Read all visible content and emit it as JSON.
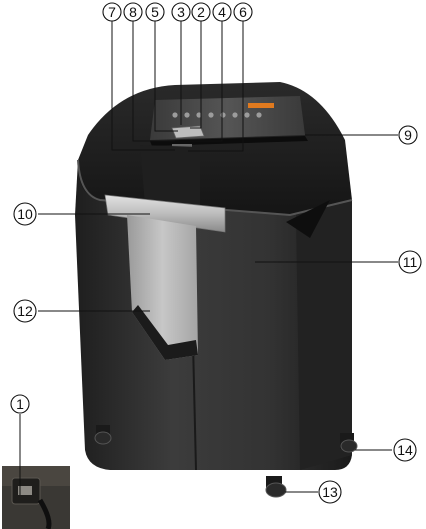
{
  "figure": {
    "subject": "paper-shredder",
    "callouts": [
      {
        "id": "c7",
        "label": "7"
      },
      {
        "id": "c8",
        "label": "8"
      },
      {
        "id": "c5",
        "label": "5"
      },
      {
        "id": "c3",
        "label": "3"
      },
      {
        "id": "c2",
        "label": "2"
      },
      {
        "id": "c4",
        "label": "4"
      },
      {
        "id": "c6",
        "label": "6"
      },
      {
        "id": "c9",
        "label": "9"
      },
      {
        "id": "c10",
        "label": "10"
      },
      {
        "id": "c11",
        "label": "11"
      },
      {
        "id": "c12",
        "label": "12"
      },
      {
        "id": "c1",
        "label": "1"
      },
      {
        "id": "c14",
        "label": "14"
      },
      {
        "id": "c13",
        "label": "13"
      }
    ]
  },
  "colors": {
    "body_dark": "#2b2b2b",
    "body_mid": "#3a3a3a",
    "body_light": "#4a4a4a",
    "window": "#b9b9b9",
    "handle": "#cfcfcf",
    "accent": "#e07a1f"
  }
}
